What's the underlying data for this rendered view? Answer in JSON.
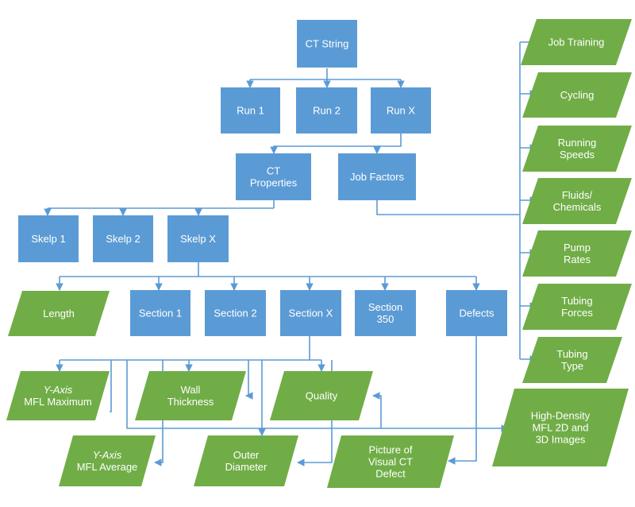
{
  "colors": {
    "blue_box": "#5B9BD5",
    "green_box": "#70AD47",
    "connector": "#5B9BD5"
  },
  "nodes": {
    "ct_string": {
      "lines": [
        "CT String"
      ]
    },
    "run_1": {
      "lines": [
        "Run 1"
      ]
    },
    "run_2": {
      "lines": [
        "Run 2"
      ]
    },
    "run_x": {
      "lines": [
        "Run X"
      ]
    },
    "ct_properties": {
      "lines": [
        "CT",
        "Properties"
      ]
    },
    "job_factors": {
      "lines": [
        "Job Factors"
      ]
    },
    "skelp_1": {
      "lines": [
        "Skelp 1"
      ]
    },
    "skelp_2": {
      "lines": [
        "Skelp 2"
      ]
    },
    "skelp_x": {
      "lines": [
        "Skelp X"
      ]
    },
    "length": {
      "lines": [
        "Length"
      ]
    },
    "section_1": {
      "lines": [
        "Section 1"
      ]
    },
    "section_2": {
      "lines": [
        "Section 2"
      ]
    },
    "section_x": {
      "lines": [
        "Section X"
      ]
    },
    "section_350": {
      "lines": [
        "Section",
        "350"
      ]
    },
    "defects": {
      "lines": [
        "Defects"
      ]
    },
    "y_axis_mfl_maximum": {
      "lines": [
        "Y-Axis",
        "MFL Maximum"
      ]
    },
    "wall_thickness": {
      "lines": [
        "Wall",
        "Thickness"
      ]
    },
    "quality": {
      "lines": [
        "Quality"
      ]
    },
    "y_axis_mfl_average": {
      "lines": [
        "Y-Axis",
        "MFL Average"
      ]
    },
    "outer_diameter": {
      "lines": [
        "Outer",
        "Diameter"
      ]
    },
    "picture_of_visual_ct_defect": {
      "lines": [
        "Picture of",
        "Visual CT",
        "Defect"
      ]
    },
    "high_density_mfl_images": {
      "lines": [
        "High-Density",
        "MFL 2D and",
        "3D Images"
      ]
    },
    "job_training": {
      "lines": [
        "Job Training"
      ]
    },
    "cycling": {
      "lines": [
        "Cycling"
      ]
    },
    "running_speeds": {
      "lines": [
        "Running",
        "Speeds"
      ]
    },
    "fluids_chemicals": {
      "lines": [
        "Fluids/",
        "Chemicals"
      ]
    },
    "pump_rates": {
      "lines": [
        "Pump",
        "Rates"
      ]
    },
    "tubing_forces": {
      "lines": [
        "Tubing",
        "Forces"
      ]
    },
    "tubing_type": {
      "lines": [
        "Tubing",
        "Type"
      ]
    }
  }
}
